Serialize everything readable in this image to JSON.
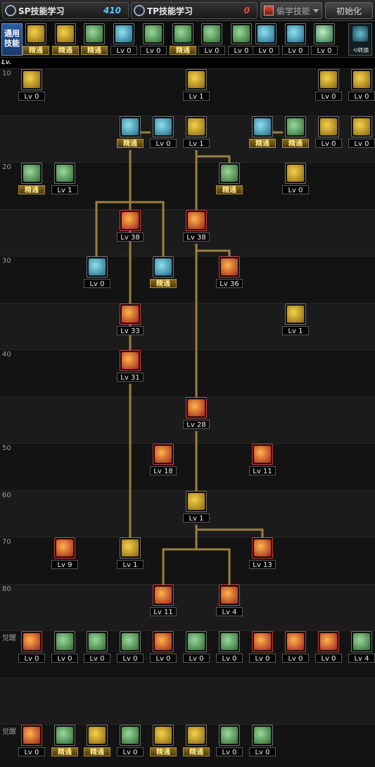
{
  "header": {
    "sp_title": "SP技能学习",
    "sp_points": "410",
    "tp_title": "TP技能学习",
    "tp_points": "0",
    "steal_label": "偷学技能",
    "reset_label": "初始化"
  },
  "common": {
    "label": "通用技能",
    "swap_label": "⟲转换"
  },
  "lv_label": "Lv.",
  "row_levels": [
    "10",
    "",
    "20",
    "",
    "30",
    "",
    "40",
    "",
    "50",
    "60",
    "70",
    "80",
    "觉醒",
    "",
    "觉醒"
  ],
  "colors": {
    "sp_points": "#5ac8ff",
    "tp_points": "#ff4040",
    "mastered": "#ffe58a",
    "line": "#9a8040"
  }
}
